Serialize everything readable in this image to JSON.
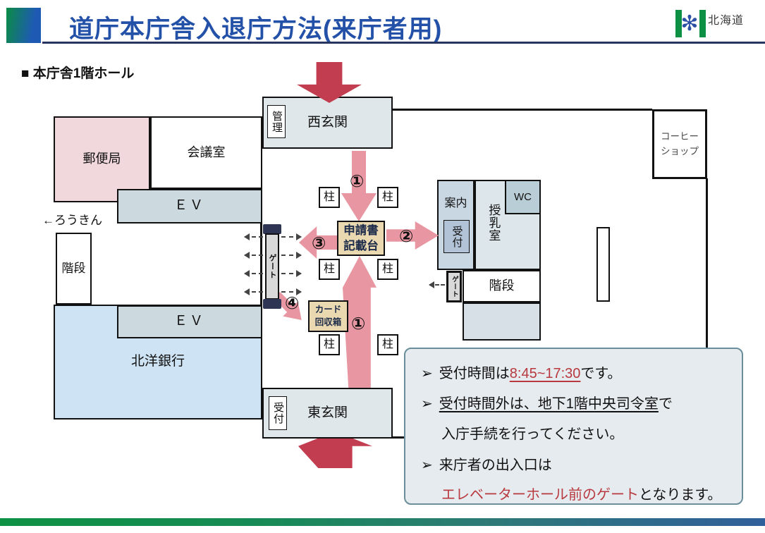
{
  "header": {
    "title": "道庁本庁舎入退庁方法(来庁者用)",
    "pref_name": "北海道",
    "logo_mark": "✻"
  },
  "section_title": "■ 本庁舎1階ホール",
  "plan": {
    "post_office": "郵便局",
    "meeting_room": "会議室",
    "ev": "ＥＶ",
    "rokin": "←ろうきん",
    "stairs": "階段",
    "hokuyo_bank": "北洋銀行",
    "west_entrance": "西玄関",
    "west_entrance_tag": "管理",
    "east_entrance": "東玄関",
    "east_entrance_tag": "受付",
    "coffee_l1": "コーヒー",
    "coffee_l2": "ショップ",
    "annai": "案内",
    "uketsuke": "受付",
    "nursing_room": "授乳室",
    "wc": "WC",
    "gate": "ゲート",
    "pillar": "柱",
    "desk_l1": "申請書",
    "desk_l2": "記載台",
    "cardbox_l1": "カード",
    "cardbox_l2": "回収箱"
  },
  "route": {
    "n1": "①",
    "n2": "②",
    "n3": "③",
    "n4": "④"
  },
  "notes": {
    "bullet": "➢",
    "l1_pre": "受付時間は",
    "l1_red": "8:45~17:30",
    "l1_post": "です。",
    "l2_underline": "受付時間外は、地下1階中央司令室",
    "l2_post": "で",
    "l3": "入庁手続を行ってください。",
    "l4": "来庁者の出入口は",
    "l5_red": "エレベーターホール前のゲート",
    "l5_post": "となります。"
  },
  "colors": {
    "title_blue": "#2351a8",
    "route_pink": "#e897a2",
    "entrance_red": "#c23d50",
    "note_red": "#b8393f",
    "brand_green": "#0e9044",
    "note_border": "#6a8e9b"
  }
}
